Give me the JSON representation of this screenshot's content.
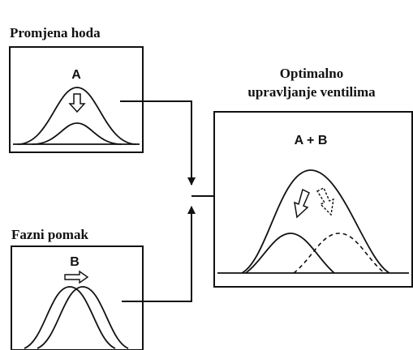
{
  "panels": {
    "stroke_change": {
      "caption": "Promjena hoda",
      "label": "A"
    },
    "phase_shift": {
      "caption": "Fazni pomak",
      "label": "B"
    },
    "optimal": {
      "caption_line1": "Optimalno",
      "caption_line2": "upravljanje ventilima",
      "label": "A + B"
    }
  },
  "colors": {
    "ink": "#111111",
    "background": "#ffffff"
  }
}
